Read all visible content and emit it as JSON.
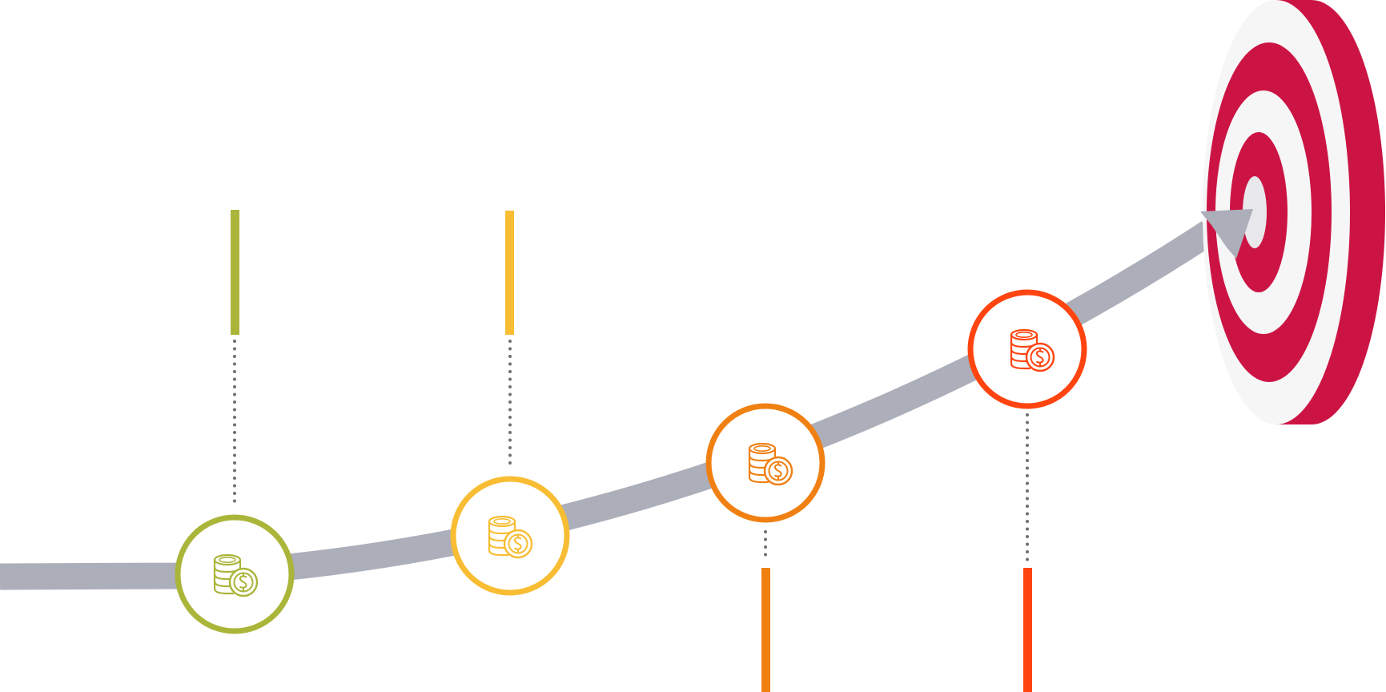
{
  "colors": {
    "background": "#ffffff",
    "curve": "#acaeba",
    "connector_dots": "#707070",
    "target_red": "#cc1444",
    "target_white": "#f6f6f6",
    "target_center": "#e8e8ec"
  },
  "milestones": [
    {
      "id": "milestone-1",
      "color": "#aab53a",
      "icon": "coins-dollar-icon",
      "bar_side": "top"
    },
    {
      "id": "milestone-2",
      "color": "#f8bd33",
      "icon": "coins-dollar-icon",
      "bar_side": "top"
    },
    {
      "id": "milestone-3",
      "color": "#f08012",
      "icon": "coins-dollar-icon",
      "bar_side": "bottom"
    },
    {
      "id": "milestone-4",
      "color": "#ff4410",
      "icon": "coins-dollar-icon",
      "bar_side": "bottom"
    }
  ],
  "target": {
    "icon": "target-icon",
    "rings": 5
  },
  "arrow": {
    "icon": "arrow-head-icon"
  }
}
